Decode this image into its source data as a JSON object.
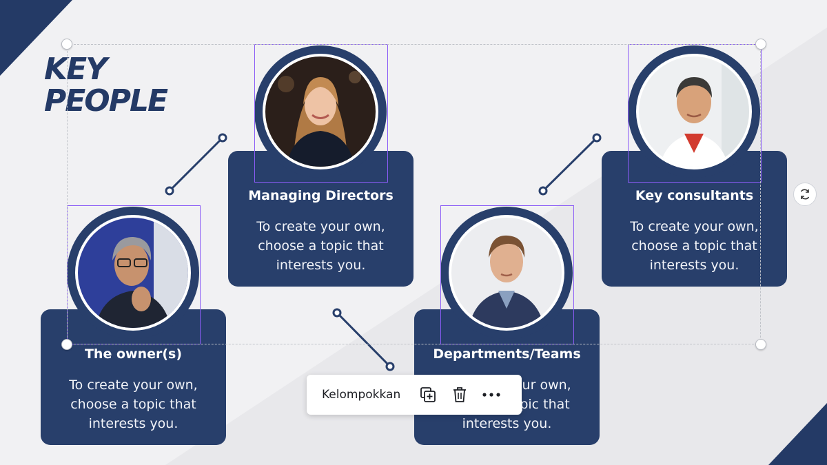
{
  "slide": {
    "title_line1": "KEY",
    "title_line2": "PEOPLE",
    "colors": {
      "navy": "#283f6b",
      "title": "#243a66",
      "selection": "#8b5cf6",
      "background": "#f1f1f3"
    }
  },
  "cards": [
    {
      "heading": "Managing Directors",
      "desc": "To create your own, choose a topic that interests you."
    },
    {
      "heading": "Key consultants",
      "desc": "To create your own, choose a topic that interests you."
    },
    {
      "heading": "The owner(s)",
      "desc": "To create your own, choose a topic that interests you."
    },
    {
      "heading": "Departments/Teams",
      "desc": "To create your own, choose a topic that interests you."
    }
  ],
  "photos": [
    {
      "icon": "woman-portrait-icon"
    },
    {
      "icon": "man-portrait-icon"
    },
    {
      "icon": "older-man-portrait-icon"
    },
    {
      "icon": "young-man-portrait-icon"
    }
  ],
  "toolbar": {
    "group_label": "Kelompokkan",
    "duplicate_icon": "duplicate-icon",
    "delete_icon": "trash-icon",
    "more_icon": "more-icon"
  },
  "rotate_icon": "rotate-icon"
}
